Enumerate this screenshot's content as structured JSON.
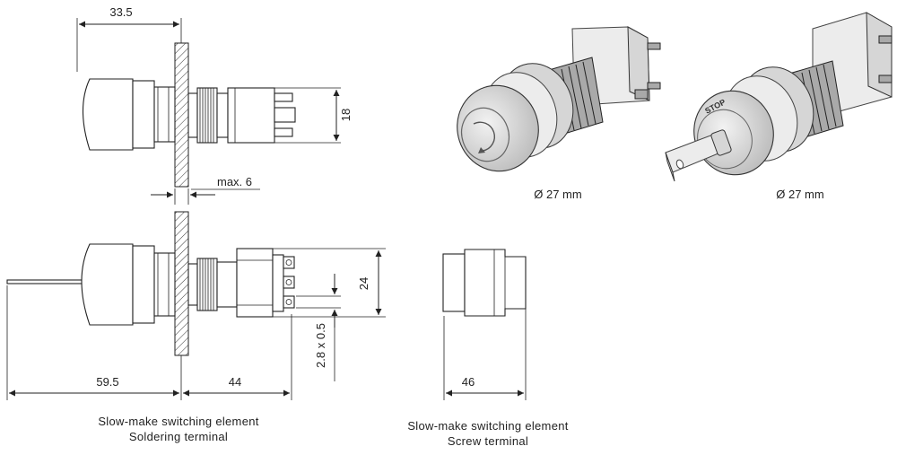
{
  "dimensions": {
    "top_depth": "33.5",
    "top_height": "18",
    "panel_max": "max. 6",
    "soldering_front": "59.5",
    "soldering_rear": "44",
    "soldering_height": "24",
    "pin_size": "2.8 x 0.5",
    "screw_length": "46"
  },
  "photos": {
    "pushbutton_diameter": "Ø 27 mm",
    "keyswitch_diameter": "Ø 27 mm",
    "key_label": "STOP"
  },
  "captions": {
    "soldering_line1": "Slow-make switching element",
    "soldering_line2": "Soldering terminal",
    "screw_line1": "Slow-make switching element",
    "screw_line2": "Screw terminal"
  }
}
